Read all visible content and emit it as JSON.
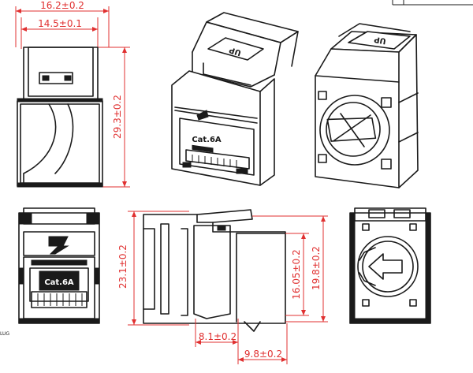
{
  "dimensions": {
    "width_total": "16.2±0.2",
    "width_inner": "14.5±0.1",
    "height_side": "29.3±0.2",
    "height_body": "23.1±0.2",
    "height_inner": "16.05±0.2",
    "height_outer": "19.8±0.2",
    "depth_front": "8.1±0.2",
    "depth_rear": "9.8±0.2"
  },
  "labels": {
    "up_marking": "UP",
    "category_iso": "Cat.6A",
    "category_front": "Cat.6A",
    "edge_text": "LUG"
  },
  "colors": {
    "dimension": "#e03030",
    "line": "#1a1a1a",
    "background": "#ffffff"
  }
}
